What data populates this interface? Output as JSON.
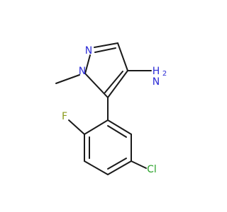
{
  "molecule": {
    "atoms": {
      "n_ring": "N",
      "n_methyl": "N",
      "nh2_n": "N",
      "nh2_h": "H",
      "nh2_sub": "2",
      "fluorine": "F",
      "chlorine": "Cl"
    },
    "colors": {
      "nitrogen": "#2b2bd6",
      "fluorine": "#8a9a1a",
      "chlorine": "#2aa22a",
      "bond": "#1a1a1a"
    }
  }
}
